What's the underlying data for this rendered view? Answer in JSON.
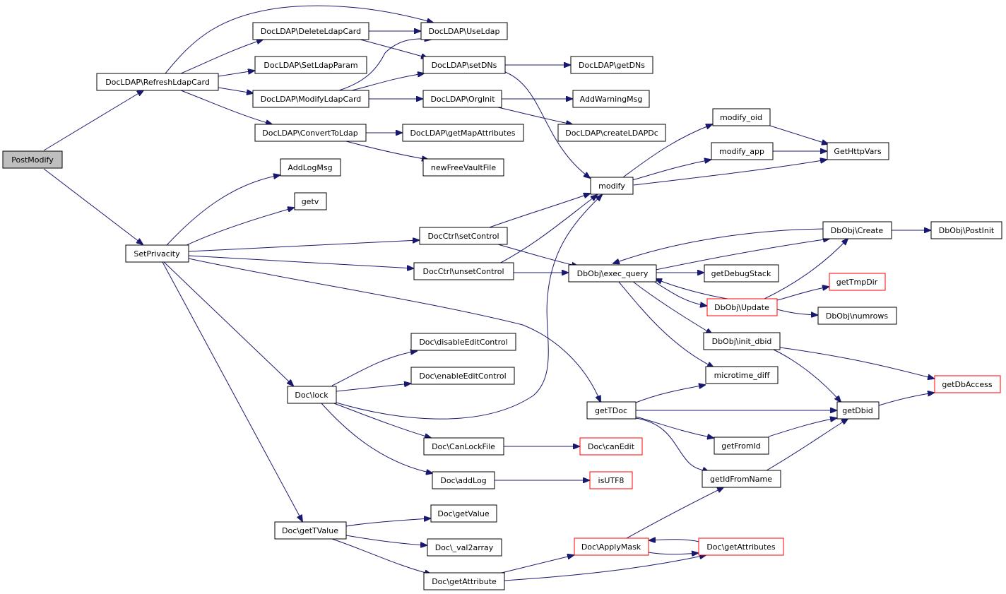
{
  "colors": {
    "edge": "#191970",
    "root_fill": "#bfbfbf",
    "default_border": "#000000",
    "truncated_border": "#ff0000"
  },
  "nodes": {
    "postmodify": {
      "label": "PostModify"
    },
    "refresh": {
      "label": "DocLDAP\\RefreshLdapCard"
    },
    "setprivacy": {
      "label": "SetPrivacity"
    },
    "deleteldap": {
      "label": "DocLDAP\\DeleteLdapCard"
    },
    "setldapparam": {
      "label": "DocLDAP\\SetLdapParam"
    },
    "modifyldap": {
      "label": "DocLDAP\\ModifyLdapCard"
    },
    "converttoldap": {
      "label": "DocLDAP\\ConvertToLdap"
    },
    "addlogmsg": {
      "label": "AddLogMsg"
    },
    "getv": {
      "label": "getv"
    },
    "useldap": {
      "label": "DocLDAP\\UseLdap"
    },
    "setdns": {
      "label": "DocLDAP\\setDNs"
    },
    "orginit": {
      "label": "DocLDAP\\OrgInit"
    },
    "getmapattr": {
      "label": "DocLDAP\\getMapAttributes"
    },
    "newfreevault": {
      "label": "newFreeVaultFile"
    },
    "getdns": {
      "label": "DocLDAP\\getDNs"
    },
    "addwarning": {
      "label": "AddWarningMsg"
    },
    "createldapdc": {
      "label": "DocLDAP\\createLDAPDc"
    },
    "modify_oid": {
      "label": "modify_oid"
    },
    "modify_app": {
      "label": "modify_app"
    },
    "gethttpvars": {
      "label": "GetHttpVars"
    },
    "modify": {
      "label": "modify"
    },
    "setcontrol": {
      "label": "DocCtrl\\setControl"
    },
    "unsetcontrol": {
      "label": "DocCtrl\\unsetControl"
    },
    "execquery": {
      "label": "DbObj\\exec_query"
    },
    "dbcreate": {
      "label": "DbObj\\Create"
    },
    "postinit": {
      "label": "DbObj\\PostInit"
    },
    "getdebugstack": {
      "label": "getDebugStack"
    },
    "gettmpdir": {
      "label": "getTmpDir"
    },
    "dbupdate": {
      "label": "DbObj\\Update"
    },
    "numrows": {
      "label": "DbObj\\numrows"
    },
    "initdbid": {
      "label": "DbObj\\init_dbid"
    },
    "microtime": {
      "label": "microtime_diff"
    },
    "getdbaccess": {
      "label": "getDbAccess"
    },
    "disableedit": {
      "label": "Doc\\disableEditControl"
    },
    "enableedit": {
      "label": "Doc\\enableEditControl"
    },
    "doclock": {
      "label": "Doc\\lock"
    },
    "gettdoc": {
      "label": "getTDoc"
    },
    "getdbid": {
      "label": "getDbid"
    },
    "canlockfile": {
      "label": "Doc\\CanLockFile"
    },
    "canedit": {
      "label": "Doc\\canEdit"
    },
    "getfromid": {
      "label": "getFromId"
    },
    "addlog": {
      "label": "Doc\\addLog"
    },
    "isutf8": {
      "label": "isUTF8"
    },
    "getidfromname": {
      "label": "getIdFromName"
    },
    "getvalue": {
      "label": "Doc\\getValue"
    },
    "gettvalue": {
      "label": "Doc\\getTValue"
    },
    "val2array": {
      "label": "Doc\\_val2array"
    },
    "applymask": {
      "label": "Doc\\ApplyMask"
    },
    "getattributes": {
      "label": "Doc\\getAttributes"
    },
    "getattribute": {
      "label": "Doc\\getAttribute"
    }
  }
}
